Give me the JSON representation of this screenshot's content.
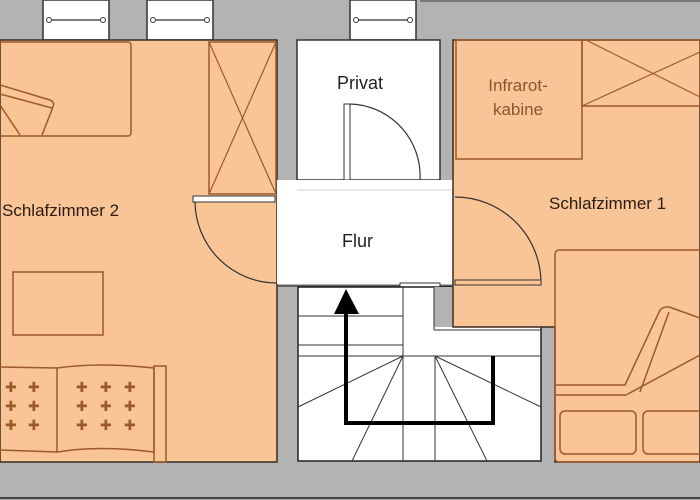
{
  "floorplan": {
    "rooms": [
      {
        "id": "schlafzimmer-2",
        "label": "Schlafzimmer 2"
      },
      {
        "id": "privat",
        "label": "Privat"
      },
      {
        "id": "flur",
        "label": "Flur"
      },
      {
        "id": "infrarotkabine",
        "label_line1": "Infrarot-",
        "label_line2": "kabine"
      },
      {
        "id": "schlafzimmer-1",
        "label": "Schlafzimmer 1"
      }
    ],
    "colors": {
      "wall": "#b3b3b3",
      "room_fill": "#f9c496",
      "furniture_line": "#9a5a2c",
      "corridor_fill": "#ffffff",
      "arrow": "#000000"
    }
  }
}
